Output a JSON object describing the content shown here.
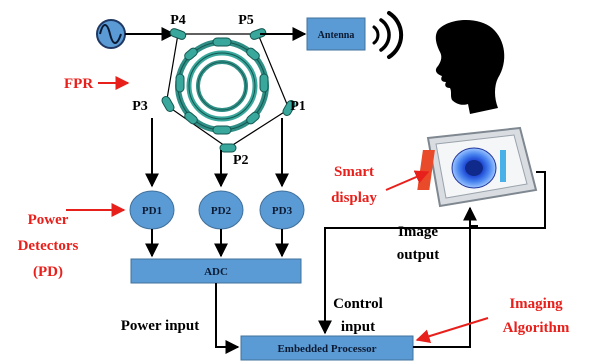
{
  "ports": {
    "p1": "P1",
    "p2": "P2",
    "p3": "P3",
    "p4": "P4",
    "p5": "P5"
  },
  "blocks": {
    "antenna": "Antenna",
    "pd1": "PD1",
    "pd2": "PD2",
    "pd3": "PD3",
    "adc": "ADC",
    "processor": "Embedded Processor"
  },
  "annotations": {
    "fpr": "FPR",
    "power_detectors": [
      "Power",
      "Detectors",
      "(PD)"
    ],
    "smart_display": [
      "Smart",
      "display"
    ],
    "imaging_algorithm": [
      "Imaging",
      "Algorithm"
    ]
  },
  "flow_labels": {
    "image_output": [
      "Image",
      "output"
    ],
    "control_input": [
      "Control",
      "input"
    ],
    "power_input": "Power input"
  },
  "colors": {
    "block_fill": "#5b9bd5",
    "block_stroke": "#41719c",
    "annotation_red": "#e8201c",
    "resonator_teal": "#2f8f86",
    "signal_source_fill": "#5b9bd5"
  },
  "icons": {
    "source": "sine-wave-source-icon",
    "waves": "radio-wave-icon",
    "head": "human-head-icon",
    "tablet": "tablet-display-icon"
  }
}
